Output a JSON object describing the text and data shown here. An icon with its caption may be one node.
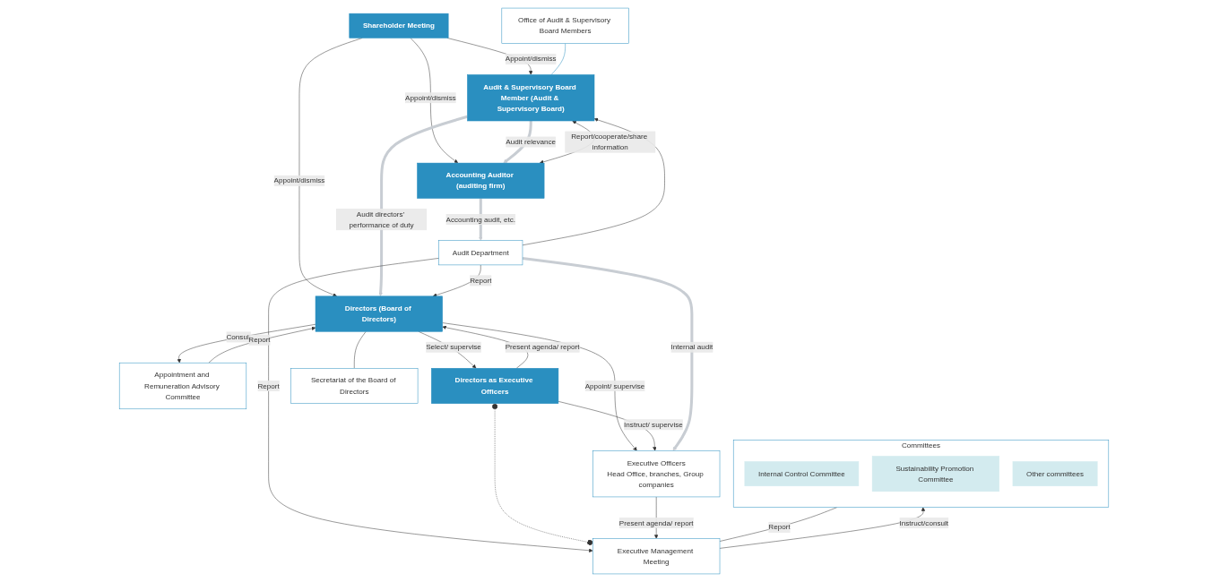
{
  "diagram": {
    "nodes": [
      {
        "text": [
          "Shareholder Meeting"
        ]
      },
      {
        "text": [
          "Directors (Board of Directors)"
        ]
      },
      {
        "text": [
          "Audit & Supervisory Board Member (Audit & Supervisory Board)"
        ]
      },
      {
        "text": [
          "Accounting Auditor (auditing firm)"
        ]
      },
      {
        "text": [
          "Appointment and Remuneration Advisory Committee"
        ]
      },
      {
        "text": [
          "Office of Audit & Supervisory Board Members"
        ]
      },
      {
        "text": [
          "Directors as Executive Officers"
        ]
      },
      {
        "text": [
          "Secretariat of the Board of Directors"
        ]
      },
      {
        "text": [
          "Audit Department"
        ]
      },
      {
        "text": [
          "Executive Management Meeting"
        ]
      },
      {
        "text": [
          "Committees"
        ]
      },
      {
        "text": [
          "Internal Control Committee"
        ],
        "in": 10
      },
      {
        "text": [
          "Sustainability Promotion Committee"
        ],
        "in": 10
      },
      {
        "text": [
          "Other committees"
        ],
        "in": 10
      },
      {
        "text": [
          "Executive Officers",
          "Head Office, branches, Group companies"
        ]
      }
    ],
    "edges": [
      {
        "from": 0,
        "to": 1,
        "arrow": "to",
        "label": "Appoint/dismiss"
      },
      {
        "from": 0,
        "to": 2,
        "arrow": "to",
        "label": "Appoint/dismiss"
      },
      {
        "from": 0,
        "to": 3,
        "arrow": "to",
        "label": "Appoint/dismiss"
      },
      {
        "from": 2,
        "to": 1,
        "arrow": "to",
        "label": "Audit directors’ performance of duty",
        "style": "thick",
        "color": "#c8cdd3"
      },
      {
        "from": 2,
        "to": 3,
        "arrow": "to",
        "label": "Audit relevance",
        "style": "thick",
        "color": "#c8cdd3"
      },
      {
        "from": 1,
        "to": 4,
        "arrow": "to",
        "label": "Consult"
      },
      {
        "from": 4,
        "to": 1,
        "arrow": "to",
        "label": "Report"
      },
      {
        "from": 5,
        "to": 2,
        "arrow": "none",
        "color": "#2a8fc0"
      },
      {
        "from": 2,
        "to": 3,
        "arrow": "both",
        "label": "Report/cooperate/share information"
      },
      {
        "from": 3,
        "to": 8,
        "arrow": "to",
        "label": "Accounting audit, etc.",
        "style": "thick",
        "color": "#c8cdd3"
      },
      {
        "from": 8,
        "to": 1,
        "arrow": "to",
        "label": "Report"
      },
      {
        "from": 8,
        "to": 2,
        "arrow": "to"
      },
      {
        "from": 8,
        "to": 9,
        "arrow": "to",
        "label": "Report"
      },
      {
        "from": 1,
        "to": 6,
        "arrow": "to",
        "label": "Select/ supervise"
      },
      {
        "from": 6,
        "to": 1,
        "arrow": "to",
        "label": "Present agenda/ report"
      },
      {
        "from": 1,
        "to": 7,
        "arrow": "none"
      },
      {
        "from": 6,
        "to": 9,
        "arrow": "other",
        "style": "dashed"
      },
      {
        "from": 1,
        "to": 14,
        "arrow": "to",
        "label": "Appoint/ supervise"
      },
      {
        "from": 6,
        "to": 14,
        "arrow": "to",
        "label": "Instruct/ supervise"
      },
      {
        "from": 14,
        "to": 9,
        "arrow": "to",
        "label": "Present agenda/ report"
      },
      {
        "from": 9,
        "to": 10,
        "arrow": "to",
        "label": "Instruct/consult"
      },
      {
        "from": 10,
        "to": 9,
        "arrow": "none",
        "label": "Report"
      },
      {
        "from": 8,
        "to": 14,
        "arrow": "to",
        "label": "Internal audit",
        "style": "thick",
        "color": "#c8cdd3"
      }
    ]
  }
}
